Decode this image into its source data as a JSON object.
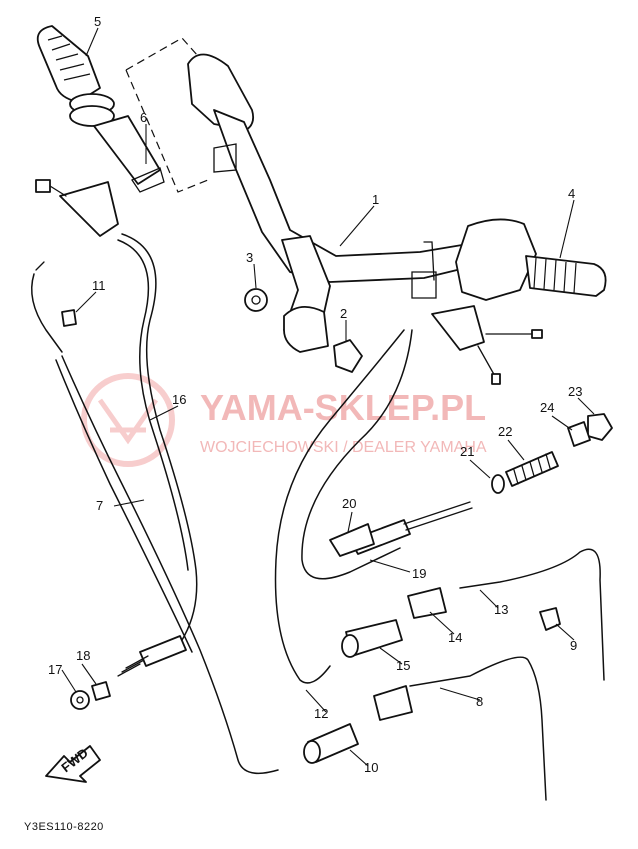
{
  "diagram_code": "Y3ES110-8220",
  "watermark": {
    "title": "YAMA-SKLEP.PL",
    "subtitle": "WOJCIECHOWSKI / DEALER YAMAHA"
  },
  "fwd_label": "FWD",
  "callouts": [
    "1",
    "2",
    "3",
    "4",
    "5",
    "6",
    "7",
    "8",
    "9",
    "10",
    "11",
    "12",
    "13",
    "14",
    "15",
    "16",
    "17",
    "18",
    "19",
    "20",
    "21",
    "22",
    "23",
    "24"
  ]
}
